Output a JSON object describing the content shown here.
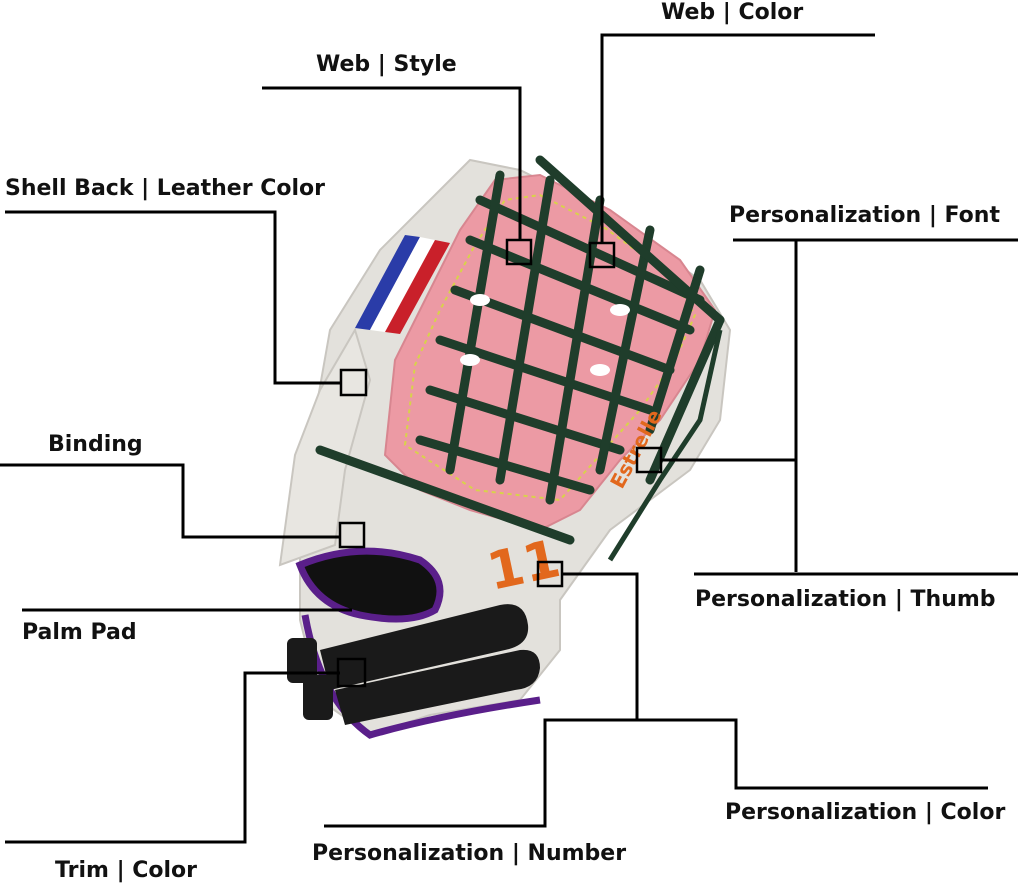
{
  "labels": {
    "web_color": "Web | Color",
    "web_style": "Web | Style",
    "shell_back": "Shell Back | Leather Color",
    "pers_font": "Personalization | Font",
    "binding": "Binding",
    "pers_thumb": "Personalization | Thumb",
    "palm_pad": "Palm Pad",
    "pers_color": "Personalization | Color",
    "pers_number": "Personalization | Number",
    "trim_color": "Trim | Color"
  },
  "glove_text": {
    "name": "Estrelle",
    "number": "11"
  },
  "colors": {
    "shell": "#e3e1dc",
    "web_pink": "#ec9aa4",
    "lace": "#1f3d2b",
    "trim_purple": "#5a1f8a",
    "strap": "#1a1a1a",
    "stitch": "#d8d24a",
    "personalization_orange": "#e2681d",
    "flag_blue": "#2a3ca8",
    "flag_red": "#c9202a"
  }
}
